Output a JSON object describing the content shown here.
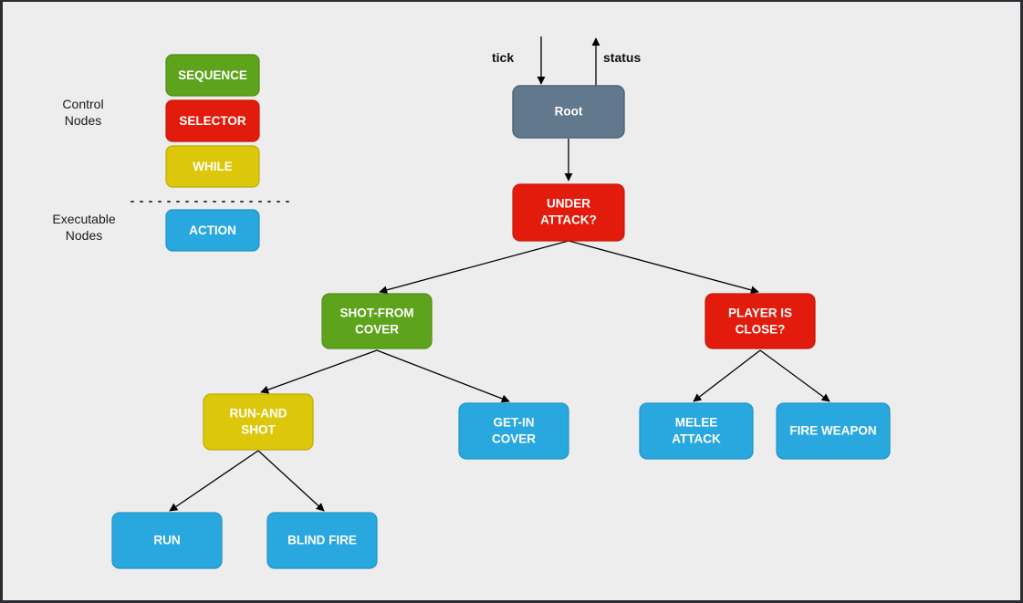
{
  "page": {
    "title": "Behavior Tree Diagram",
    "background": "#ededed",
    "frame_color": "#2b2b31"
  },
  "palette": {
    "sequence_green": "#5da31b",
    "sequence_green_border": "#4f8d17",
    "selector_red": "#e21b0c",
    "selector_red_border": "#c8180a",
    "while_yellow": "#ddc70a",
    "while_yellow_border": "#bfac08",
    "action_blue": "#29a8df",
    "action_blue_border": "#2294c4",
    "root_gray": "#62788c",
    "root_gray_border": "#4e6376",
    "edge_color": "#000000",
    "text_on_node": "#ffffff",
    "label_text": "#1a1a1a"
  },
  "legend": {
    "group_control_label": "Control\nNodes",
    "group_control_line1": "Control",
    "group_control_line2": "Nodes",
    "group_executable_line1": "Executable",
    "group_executable_line2": "Nodes",
    "divider": "dotted-divider",
    "items": [
      {
        "id": "sequence",
        "label": "SEQUENCE",
        "color": "#5da31b",
        "group": "control"
      },
      {
        "id": "selector",
        "label": "SELECTOR",
        "color": "#e21b0c",
        "group": "control"
      },
      {
        "id": "while",
        "label": "WHILE",
        "color": "#ddc70a",
        "group": "control"
      },
      {
        "id": "action",
        "label": "ACTION",
        "color": "#29a8df",
        "group": "executable"
      }
    ]
  },
  "flow_labels": {
    "tick": "tick",
    "status": "status"
  },
  "tree": {
    "nodes": [
      {
        "id": "root",
        "label_lines": [
          "Root"
        ],
        "kind": "root",
        "color": "#62788c"
      },
      {
        "id": "under-attack",
        "label_lines": [
          "UNDER",
          "ATTACK?"
        ],
        "kind": "selector",
        "color": "#e21b0c"
      },
      {
        "id": "shot-from-cover",
        "label_lines": [
          "SHOT-FROM",
          "COVER"
        ],
        "kind": "sequence",
        "color": "#5da31b"
      },
      {
        "id": "player-is-close",
        "label_lines": [
          "PLAYER IS",
          "CLOSE?"
        ],
        "kind": "selector",
        "color": "#e21b0c"
      },
      {
        "id": "run-and-shot",
        "label_lines": [
          "RUN-AND",
          "SHOT"
        ],
        "kind": "while",
        "color": "#ddc70a"
      },
      {
        "id": "get-in-cover",
        "label_lines": [
          "GET-IN",
          "COVER"
        ],
        "kind": "action",
        "color": "#29a8df"
      },
      {
        "id": "melee-attack",
        "label_lines": [
          "MELEE",
          "ATTACK"
        ],
        "kind": "action",
        "color": "#29a8df"
      },
      {
        "id": "fire-weapon",
        "label_lines": [
          "FIRE WEAPON"
        ],
        "kind": "action",
        "color": "#29a8df"
      },
      {
        "id": "run",
        "label_lines": [
          "RUN"
        ],
        "kind": "action",
        "color": "#29a8df"
      },
      {
        "id": "blind-fire",
        "label_lines": [
          "BLIND FIRE"
        ],
        "kind": "action",
        "color": "#29a8df"
      }
    ],
    "edges": [
      {
        "from": "root",
        "to": "under-attack"
      },
      {
        "from": "under-attack",
        "to": "shot-from-cover"
      },
      {
        "from": "under-attack",
        "to": "player-is-close"
      },
      {
        "from": "shot-from-cover",
        "to": "run-and-shot"
      },
      {
        "from": "shot-from-cover",
        "to": "get-in-cover"
      },
      {
        "from": "player-is-close",
        "to": "melee-attack"
      },
      {
        "from": "player-is-close",
        "to": "fire-weapon"
      },
      {
        "from": "run-and-shot",
        "to": "run"
      },
      {
        "from": "run-and-shot",
        "to": "blind-fire"
      }
    ]
  },
  "text": {
    "sequence": "SEQUENCE",
    "selector": "SELECTOR",
    "while": "WHILE",
    "action": "ACTION",
    "control_1": "Control",
    "control_2": "Nodes",
    "exec_1": "Executable",
    "exec_2": "Nodes",
    "tick": "tick",
    "status": "status",
    "root": "Root",
    "under": "UNDER",
    "attack_q": "ATTACK?",
    "shot_from": "SHOT-FROM",
    "cover": "COVER",
    "player_is": "PLAYER IS",
    "close_q": "CLOSE?",
    "run_and": "RUN-AND",
    "shot": "SHOT",
    "get_in": "GET-IN",
    "cover2": "COVER",
    "melee": "MELEE",
    "attack": "ATTACK",
    "fire_weapon": "FIRE WEAPON",
    "run": "RUN",
    "blind_fire": "BLIND FIRE"
  }
}
